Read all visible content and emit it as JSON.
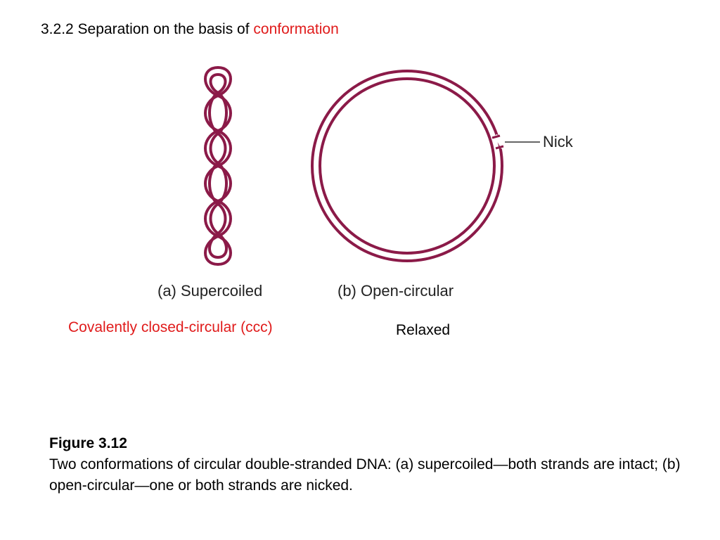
{
  "title": {
    "prefix": "3.2.2 Separation on the basis of ",
    "highlight": "conformation"
  },
  "diagram": {
    "strand_color": "#8b1a48",
    "supercoiled_label": "(a) Supercoiled",
    "open_circular_label": "(b) Open-circular",
    "nick_label": "Nick"
  },
  "notes": {
    "ccc": "Covalently closed-circular (ccc)",
    "relaxed": "Relaxed"
  },
  "caption": {
    "figure_title": "Figure 3.12",
    "text": "Two conformations of circular double-stranded DNA: (a) supercoiled—both strands are intact; (b) open-circular—one or both strands are nicked."
  },
  "colors": {
    "accent_red": "#e01b1b",
    "dna": "#8b1a48"
  }
}
